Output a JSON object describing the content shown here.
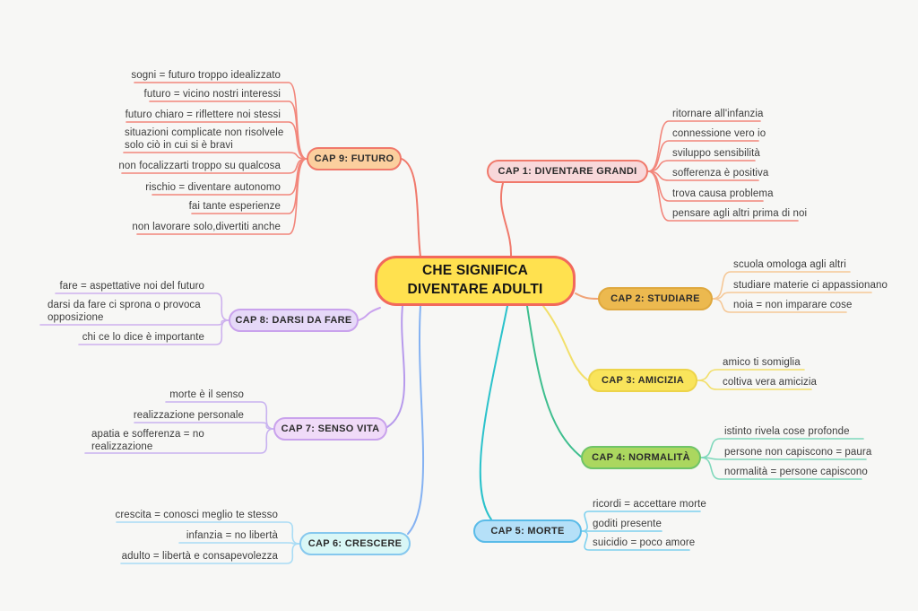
{
  "central": {
    "title": "CHE SIGNIFICA\nDIVENTARE ADULTI"
  },
  "branches": {
    "cap1": {
      "label": "CAP 1: DIVENTARE GRANDI",
      "leaves": [
        "ritornare all'infanzia",
        "connessione vero io",
        "sviluppo sensibilità",
        "sofferenza è positiva",
        "trova causa problema",
        "pensare agli altri prima di noi"
      ]
    },
    "cap2": {
      "label": "CAP 2: STUDIARE",
      "leaves": [
        "scuola omologa agli altri",
        "studiare materie ci appassionano",
        "noia = non imparare cose"
      ]
    },
    "cap3": {
      "label": "CAP 3: AMICIZIA",
      "leaves": [
        "amico ti somiglia",
        "coltiva vera amicizia"
      ]
    },
    "cap4": {
      "label": "CAP 4: NORMALITÀ",
      "leaves": [
        "istinto rivela cose profonde",
        "persone non capiscono = paura",
        "normalità = persone capiscono"
      ]
    },
    "cap5": {
      "label": "CAP 5: MORTE",
      "leaves": [
        "ricordi = accettare morte",
        "goditi presente",
        "suicidio = poco amore"
      ]
    },
    "cap6": {
      "label": "CAP 6: CRESCERE",
      "leaves": [
        "crescita = conosci meglio te stesso",
        "infanzia = no libertà",
        "adulto = libertà e consapevolezza"
      ]
    },
    "cap7": {
      "label": "CAP 7: SENSO VITA",
      "leaves": [
        "morte è il senso",
        "realizzazione personale",
        "apatia e sofferenza = no realizzazione"
      ]
    },
    "cap8": {
      "label": "CAP 8: DARSI DA FARE",
      "leaves": [
        "fare = aspettative noi del futuro",
        "darsi da fare ci sprona o provoca opposizione",
        "chi ce lo dice è importante"
      ]
    },
    "cap9": {
      "label": "CAP 9: FUTURO",
      "leaves": [
        "sogni = futuro troppo idealizzato",
        "futuro = vicino nostri interessi",
        "futuro chiaro = riflettere noi stessi",
        "situazioni complicate non risolvele solo ciò in cui si è bravi",
        "non focalizzarti troppo su qualcosa",
        "rischio = diventare autonomo",
        "fai tante esperienze",
        "non lavorare solo,divertiti anche"
      ]
    }
  },
  "palette": {
    "background": "#f7f7f5",
    "central": {
      "fill": "#FFE14F",
      "border": "#F2695C"
    },
    "cap1": {
      "fill": "#F8D8DA",
      "border": "#F0796B",
      "line": "#F0796B",
      "leaf_line": "#F2867B"
    },
    "cap2": {
      "fill": "#ECB94F",
      "border": "#DFA83E",
      "line": "#F0A478",
      "leaf_line": "#F5C897"
    },
    "cap3": {
      "fill": "#F9E45B",
      "border": "#EDD44A",
      "line": "#F2DF6A",
      "leaf_line": "#F2DF6A"
    },
    "cap4": {
      "fill": "#ABD75F",
      "border": "#6FC468",
      "line": "#3EBE8E",
      "leaf_line": "#7FD8BB"
    },
    "cap5": {
      "fill": "#B5E0F8",
      "border": "#59BBE8",
      "line": "#2BC2CB",
      "leaf_line": "#7ED1EF"
    },
    "cap6": {
      "fill": "#D9F7F6",
      "border": "#86C8EE",
      "line": "#85B2F2",
      "leaf_line": "#A9DCF5"
    },
    "cap7": {
      "fill": "#F0DBF8",
      "border": "#C9A2EC",
      "line": "#B79AEC",
      "leaf_line": "#C8B2F0"
    },
    "cap8": {
      "fill": "#E6D9F8",
      "border": "#C9A2EC",
      "line": "#C9A2EE",
      "leaf_line": "#CDB1EE"
    },
    "cap9": {
      "fill": "#FBCF9E",
      "border": "#F0796B",
      "line": "#F0796B",
      "leaf_line": "#F2867B"
    }
  }
}
